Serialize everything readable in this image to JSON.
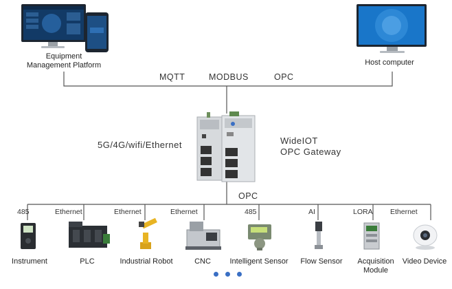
{
  "top": {
    "platform_label": "Equipment\nManagement Platform",
    "host_label": "Host computer",
    "protocols": [
      "MQTT",
      "MODBUS",
      "OPC"
    ]
  },
  "gateway": {
    "uplink_label": "5G/4G/wifi/Ethernet",
    "name_line1": "WideIOT",
    "name_line2": "OPC Gateway",
    "downlink_protocol": "OPC"
  },
  "devices": [
    {
      "bus": "485",
      "name": "Instrument",
      "icon": "meter-icon"
    },
    {
      "bus": "Ethernet",
      "name": "PLC",
      "icon": "plc-icon"
    },
    {
      "bus": "Ethernet",
      "name": "Industrial Robot",
      "icon": "robot-arm-icon"
    },
    {
      "bus": "Ethernet",
      "name": "CNC",
      "icon": "cnc-machine-icon"
    },
    {
      "bus": "485",
      "name": "Intelligent Sensor",
      "icon": "sensor-icon"
    },
    {
      "bus": "AI",
      "name": "Flow Sensor",
      "icon": "flow-sensor-icon"
    },
    {
      "bus": "LORA",
      "name": "Acquisition\nModule",
      "icon": "acquisition-module-icon"
    },
    {
      "bus": "Ethernet",
      "name": "Video Device",
      "icon": "camera-icon"
    }
  ],
  "colors": {
    "line": "#555555",
    "accent": "#3a6fc4",
    "gateway": "#cfd3d8"
  }
}
